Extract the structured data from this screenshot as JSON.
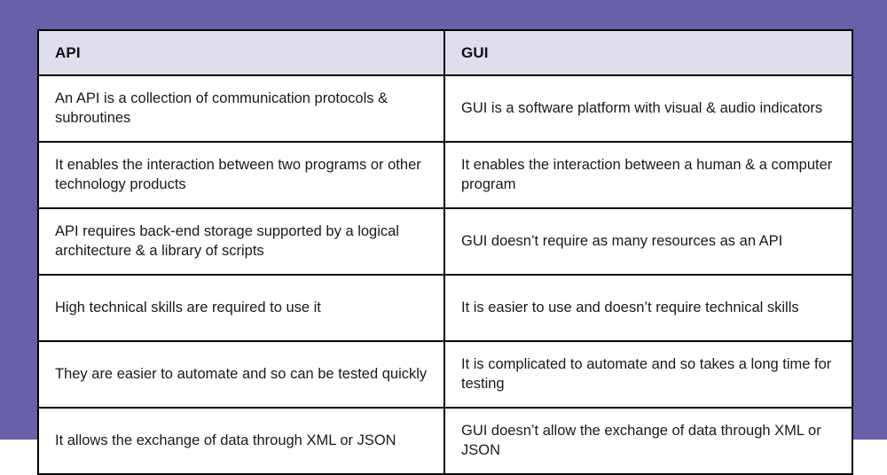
{
  "page": {
    "background_color": "#6860A8",
    "table_border_color": "#000000",
    "header_background_color": "#DEDEEC",
    "body_background_color": "#FFFFFF",
    "text_color": "#1A1A1A"
  },
  "table": {
    "headers": [
      "API",
      "GUI"
    ],
    "rows": [
      {
        "api": "An API is a collection of communication protocols & subroutines",
        "gui": "GUI is a software platform with visual & audio indicators"
      },
      {
        "api": "It enables the interaction between two programs or other technology products",
        "gui": "It enables the interaction between a human & a computer program"
      },
      {
        "api": "API requires back-end storage supported by a logical architecture & a library of scripts",
        "gui": "GUI doesn’t require as many resources as an API"
      },
      {
        "api": "High technical skills are required to use it",
        "gui": "It is easier to use and doesn’t require technical skills"
      },
      {
        "api": "They are easier to automate and so can be tested quickly",
        "gui": "It is complicated to automate and so takes a long time for testing"
      },
      {
        "api": "It allows the exchange of data through XML or JSON",
        "gui": "GUI doesn’t allow the exchange of data through XML or JSON"
      }
    ]
  }
}
